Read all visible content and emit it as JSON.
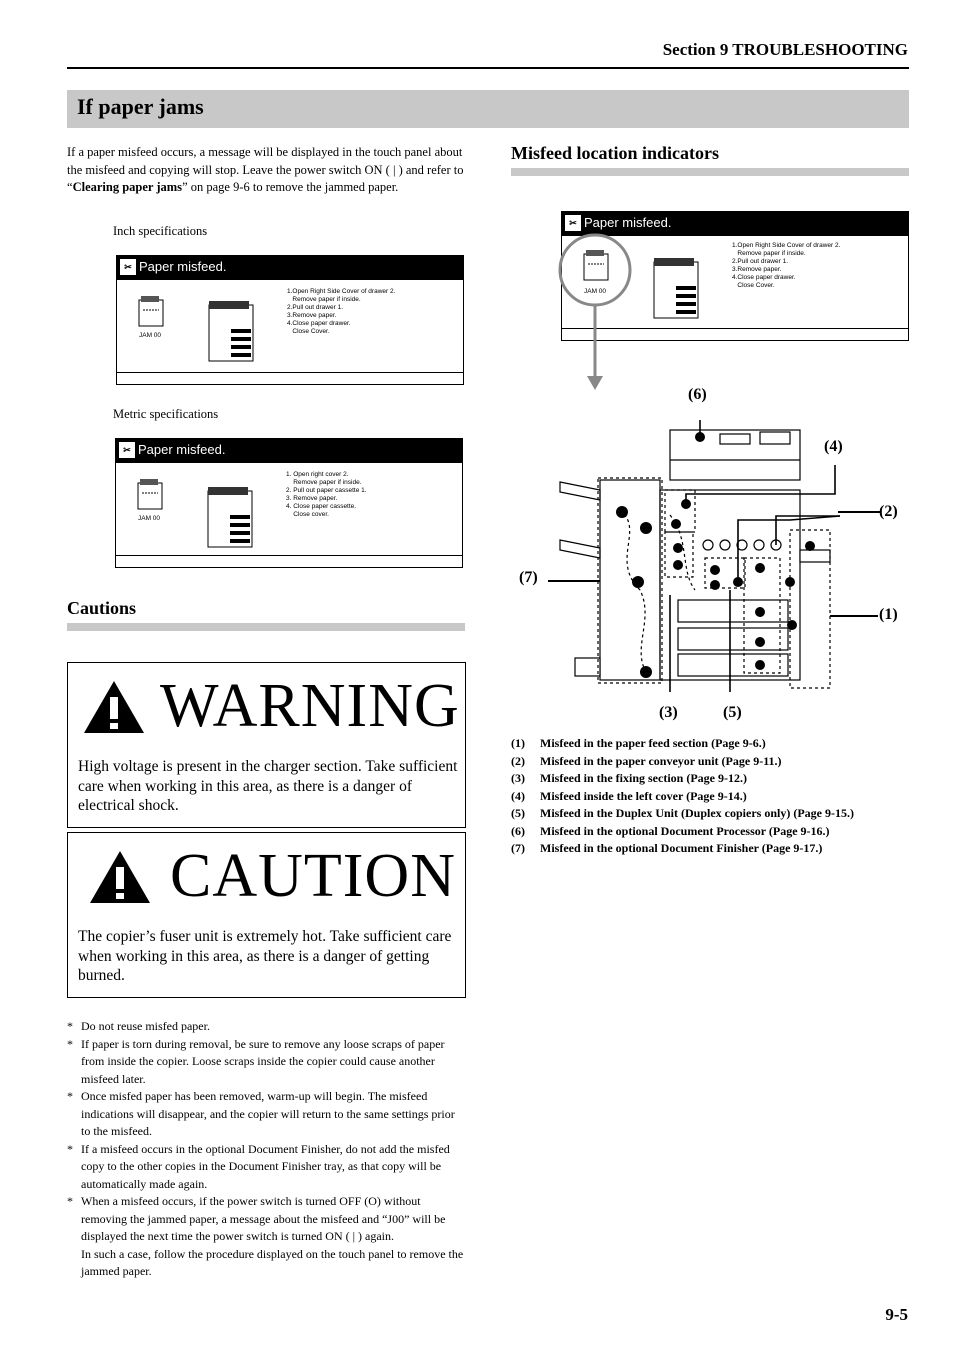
{
  "header": {
    "section_title": "Section 9  TROUBLESHOOTING"
  },
  "page_title": "If paper jams",
  "intro": {
    "before": "If a paper misfeed occurs, a message will be displayed in the touch panel about the misfeed and copying will stop. Leave the power switch ON ( | ) and refer to “",
    "bold": "Clearing paper jams",
    "after": "” on page 9-6 to remove the jammed paper."
  },
  "inch_panel": {
    "label": "Inch specifications",
    "message": "Paper misfeed.",
    "jam_code": "JAM 00",
    "steps": "1.Open Right Side Cover of drawer 2.\n   Remove paper if inside.\n2.Pull out drawer 1.\n3.Remove paper.\n4.Close paper drawer.\n   Close Cover."
  },
  "metric_panel": {
    "label": "Metric specifications",
    "message": "Paper misfeed.",
    "jam_code": "JAM 00",
    "steps": "1. Open right cover 2.\n    Remove paper if inside.\n2. Pull out paper cassette 1.\n3. Remove paper.\n4. Close paper cassette.\n    Close cover."
  },
  "cautions": {
    "heading": "Cautions",
    "warning_word": "WARNING",
    "warning_text": "High voltage is present in the charger section. Take sufficient care when working in this area, as there is a danger of electrical shock.",
    "caution_word": "CAUTION",
    "caution_text": "The copier’s fuser unit is extremely hot. Take sufficient care when working in this area, as there is a danger of getting burned."
  },
  "notes": [
    "Do not reuse misfed paper.",
    "If paper is torn during removal, be sure to remove any loose scraps of paper from inside the copier. Loose scraps inside the copier could cause another misfeed later.",
    "Once misfed paper has been removed, warm-up will begin. The misfeed indications will disappear, and the copier will return to the same settings prior to the misfeed.",
    "If a misfeed occurs in the optional Document Finisher, do not add the misfed copy to the other copies in the Document Finisher tray, as that copy will be automatically made again.",
    "When a misfeed occurs, if the power switch is turned OFF (O) without removing the jammed paper, a message about the misfeed and “J00” will be displayed the next time the power switch is turned ON ( | ) again.\nIn such a case, follow the procedure displayed on the touch panel to remove the jammed paper."
  ],
  "misfeed": {
    "heading": "Misfeed location indicators",
    "panel": {
      "message": "Paper misfeed.",
      "jam_code": "JAM 00",
      "steps": "1.Open Right Side Cover of drawer 2.\n   Remove paper if inside.\n2.Pull out drawer 1.\n3.Remove paper.\n4.Close paper drawer.\n   Close Cover."
    },
    "callouts": [
      "(1)",
      "(2)",
      "(3)",
      "(4)",
      "(5)",
      "(6)",
      "(7)"
    ],
    "legend": [
      {
        "num": "(1)",
        "text": "Misfeed in the paper feed section (Page 9-6.)"
      },
      {
        "num": "(2)",
        "text": "Misfeed in the paper conveyor unit (Page 9-11.)"
      },
      {
        "num": "(3)",
        "text": "Misfeed in the fixing section (Page 9-12.)"
      },
      {
        "num": "(4)",
        "text": "Misfeed inside the left cover (Page 9-14.)"
      },
      {
        "num": "(5)",
        "text": "Misfeed in the Duplex Unit (Duplex copiers only) (Page 9-15.)"
      },
      {
        "num": "(6)",
        "text": "Misfeed in the optional Document Processor (Page 9-16.)"
      },
      {
        "num": "(7)",
        "text": "Misfeed in the optional Document Finisher (Page 9-17.)"
      }
    ]
  },
  "page_number": "9-5"
}
